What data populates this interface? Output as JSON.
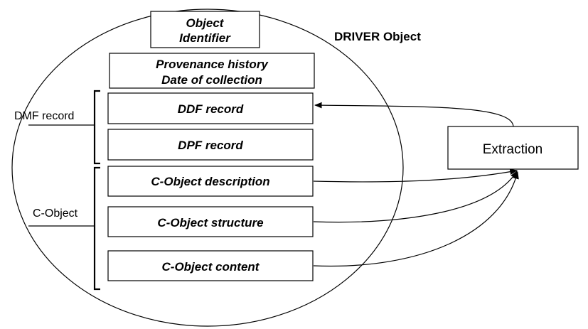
{
  "diagram": {
    "title": "DRIVER Object",
    "object_identifier": [
      "Object",
      "Identifier"
    ],
    "provenance": [
      "Provenance history",
      "Date of collection"
    ],
    "ddf_record": "DDF record",
    "dpf_record": "DPF record",
    "dmf_label": "DMF record",
    "c_object_label": "C-Object",
    "c_object_description": "C-Object description",
    "c_object_structure": "C-Object structure",
    "c_object_content": "C-Object content",
    "extraction": "Extraction"
  },
  "colors": {
    "stroke": "#000000",
    "background": "#ffffff"
  }
}
